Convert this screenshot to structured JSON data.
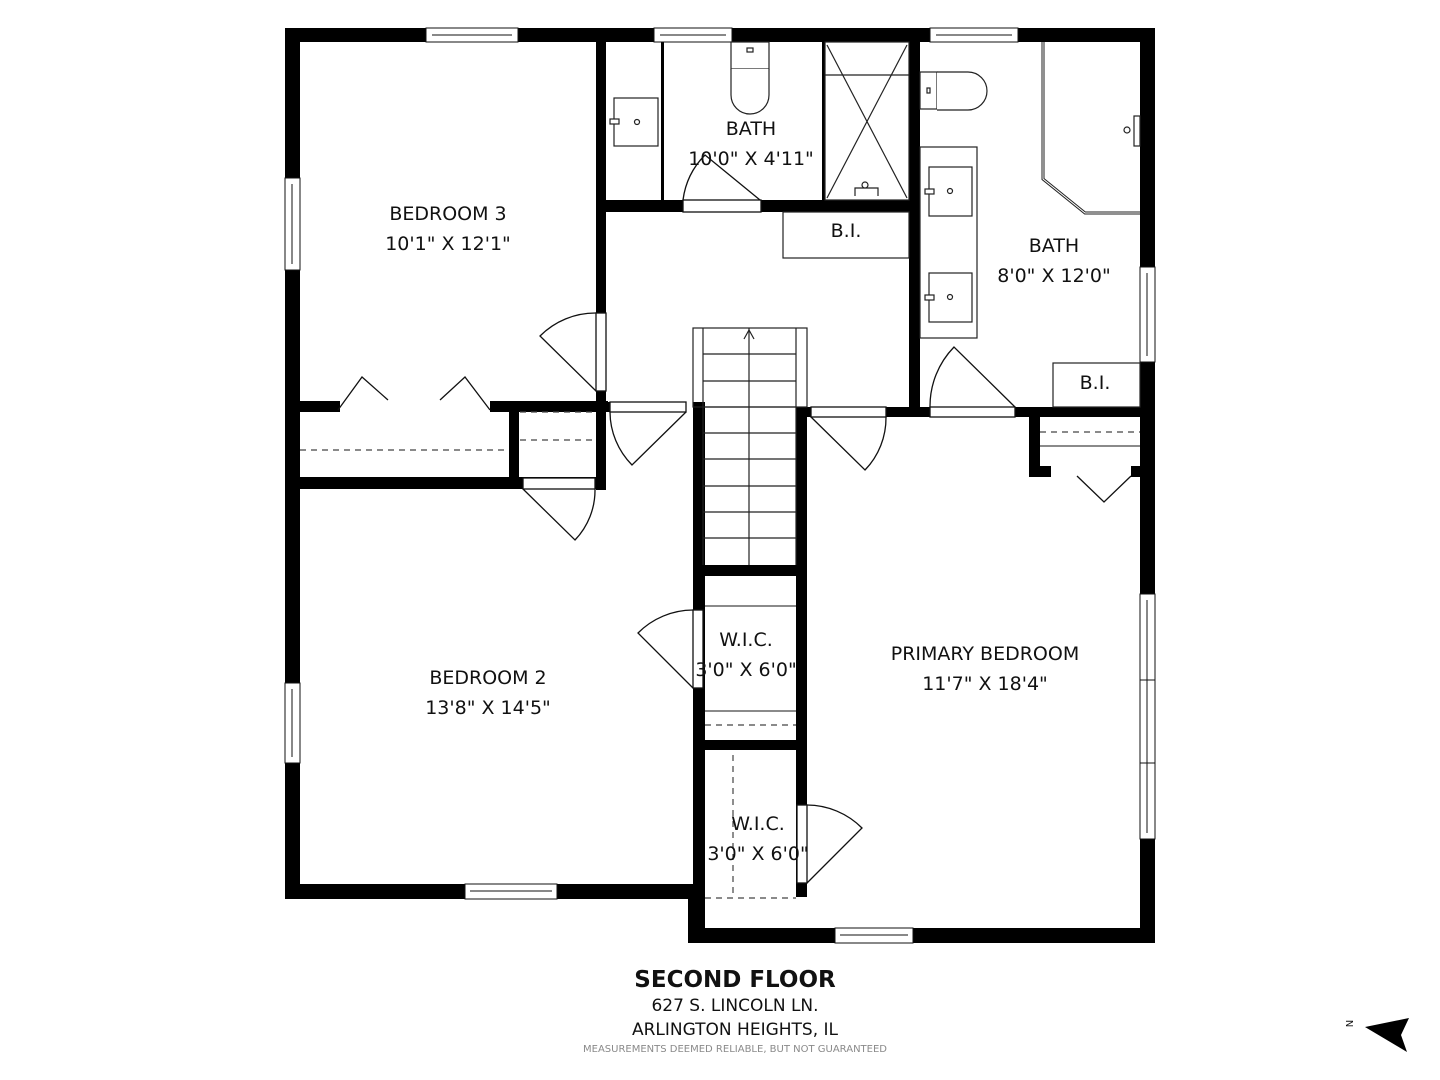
{
  "floor": {
    "title": "SECOND FLOOR",
    "address_line1": "627 S. LINCOLN LN.",
    "address_line2": "ARLINGTON HEIGHTS, IL",
    "disclaimer": "MEASUREMENTS DEEMED RELIABLE, BUT NOT GUARANTEED"
  },
  "compass": {
    "label": "N",
    "icon": "north-arrow-icon"
  },
  "rooms": {
    "bedroom3": {
      "name": "BEDROOM 3",
      "dims": "10'1\" X 12'1\""
    },
    "bath_hall": {
      "name": "BATH",
      "dims": "10'0\" X 4'11\""
    },
    "bath_primary": {
      "name": "BATH",
      "dims": "8'0\" X 12'0\""
    },
    "bedroom2": {
      "name": "BEDROOM 2",
      "dims": "13'8\" X 14'5\""
    },
    "wic_upper": {
      "name": "W.I.C.",
      "dims": "3'0\" X 6'0\""
    },
    "wic_lower": {
      "name": "W.I.C.",
      "dims": "3'0\" X 6'0\""
    },
    "primary_bedroom": {
      "name": "PRIMARY BEDROOM",
      "dims": "11'7\" X 18'4\""
    }
  },
  "built_ins": {
    "hall": "B.I.",
    "bath": "B.I."
  },
  "colors": {
    "wall": "#000000",
    "background": "#ffffff",
    "fixture_line": "#222222",
    "disclaimer": "#8a8a8a"
  }
}
